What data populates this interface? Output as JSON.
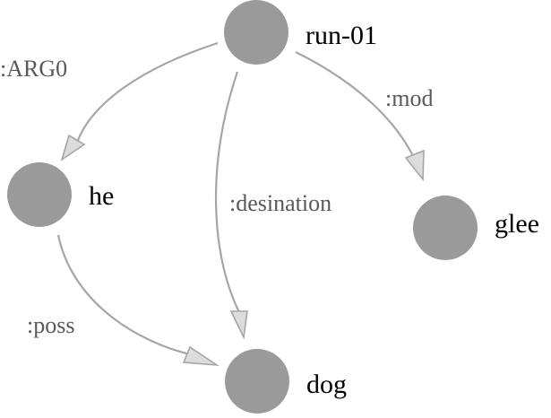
{
  "diagram": {
    "nodes": {
      "run": {
        "label": "run-01"
      },
      "he": {
        "label": "he"
      },
      "glee": {
        "label": "glee"
      },
      "dog": {
        "label": "dog"
      }
    },
    "edges": {
      "arg0": {
        "label": ":ARG0",
        "from": "run-01",
        "to": "he"
      },
      "destination": {
        "label": ":desination",
        "from": "run-01",
        "to": "dog"
      },
      "mod": {
        "label": ":mod",
        "from": "run-01",
        "to": "glee"
      },
      "poss": {
        "label": ":poss",
        "from": "he",
        "to": "dog"
      }
    },
    "colors": {
      "node_fill": "#9a9a9a",
      "edge_stroke": "#a6a6a6",
      "arrowhead_fill": "#dcdcdc",
      "edge_label_text": "#595959",
      "node_label_text": "#000000"
    }
  }
}
